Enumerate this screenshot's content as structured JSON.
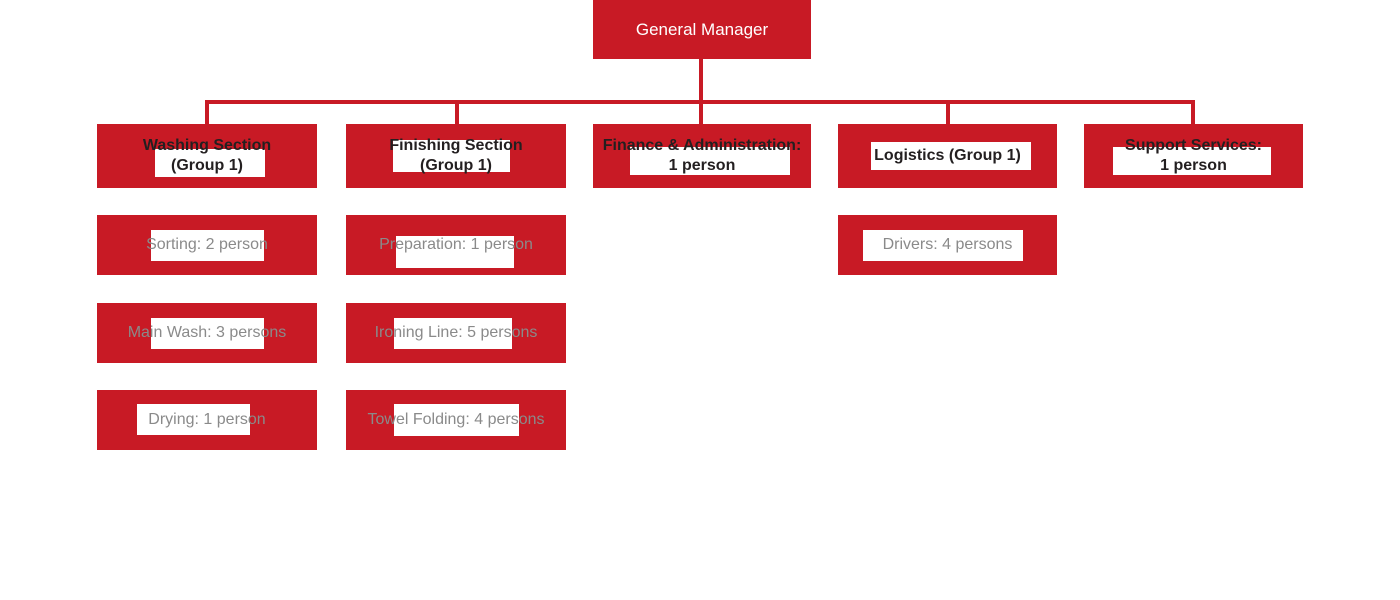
{
  "diagram": {
    "title": "Laundry Operations Organizational Chart",
    "type": "org-chart",
    "colors": {
      "node_fill": "#C81A25",
      "connector": "#C81A25",
      "root_text": "#FFFFFF",
      "level1_text": "#231F20",
      "level2_text": "#8A8A8A",
      "highlight": "#FFFFFF",
      "background": "#FFFFFF"
    },
    "root": {
      "id": "general-manager",
      "label": "General Manager"
    },
    "level1": [
      {
        "id": "washing-section",
        "label": "Washing Section\n(Group 1)",
        "children_ids": [
          "sorting",
          "main-wash",
          "drying"
        ]
      },
      {
        "id": "finishing-section",
        "label": "Finishing Section\n(Group 1)",
        "children_ids": [
          "preparation",
          "ironing-line",
          "towel-folding"
        ]
      },
      {
        "id": "finance-administration",
        "label": "Finance & Administration:\n1 person",
        "children_ids": []
      },
      {
        "id": "logistics",
        "label": "Logistics (Group 1)",
        "children_ids": [
          "drivers"
        ]
      },
      {
        "id": "support-services",
        "label": "Support Services:\n1 person",
        "children_ids": []
      }
    ],
    "level2": {
      "column1": [
        {
          "id": "sorting",
          "label": "Sorting: 2 person"
        },
        {
          "id": "main-wash",
          "label": "Main Wash: 3 persons"
        },
        {
          "id": "drying",
          "label": "Drying: 1 person"
        }
      ],
      "column2": [
        {
          "id": "preparation",
          "label": "Preparation: 1 person"
        },
        {
          "id": "ironing-line",
          "label": "Ironing Line: 5 persons"
        },
        {
          "id": "towel-folding",
          "label": "Towel Folding: 4 persons"
        }
      ],
      "column4": [
        {
          "id": "drivers",
          "label": "Drivers: 4 persons"
        }
      ]
    }
  }
}
